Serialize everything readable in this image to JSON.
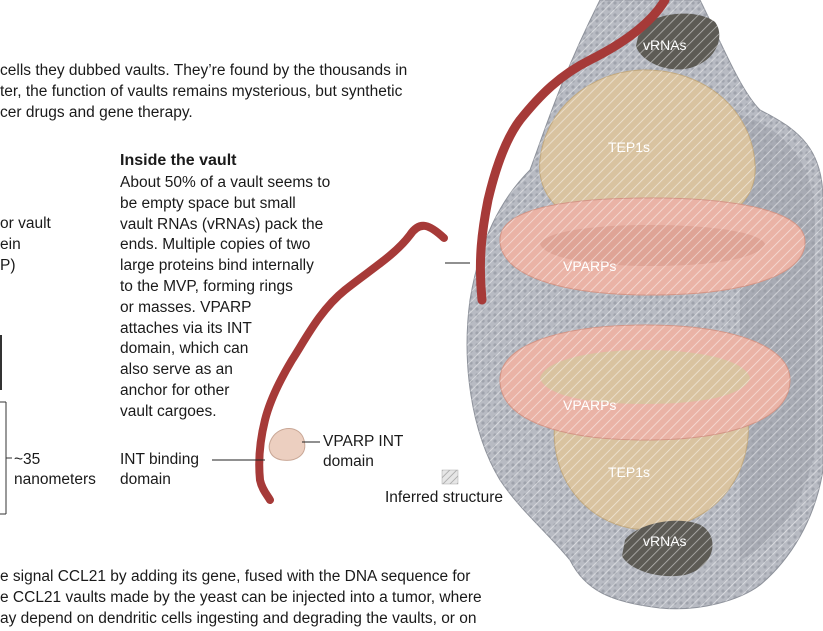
{
  "intro_lines": [
    "cells they dubbed vaults. They’re found by the thousands in",
    "ter, the function of vaults remains mysterious, but synthetic",
    "cer drugs and gene therapy."
  ],
  "left_fragment_lines": [
    "or vault",
    "ein",
    "P)"
  ],
  "inside_vault": {
    "heading": "Inside the vault",
    "body_lines": [
      "About 50% of a vault seems to",
      "be empty space but small",
      "vault RNAs (vRNAs) pack the",
      "ends. Multiple copies of two",
      "large proteins bind internally",
      "to the MVP, forming rings",
      "or masses. VPARP",
      "attaches via its INT",
      "domain, which can",
      "also serve as an",
      "anchor for other",
      "vault cargoes."
    ]
  },
  "size_label": {
    "line1": "~35",
    "line2": "nanometers"
  },
  "int_binding_label": {
    "line1": "INT  binding",
    "line2": "domain"
  },
  "vparp_int_label": {
    "line1": "VPARP INT",
    "line2": "domain"
  },
  "inferred_structure_label": "Inferred structure",
  "vault_labels": {
    "vrna_top": "vRNAs",
    "tep1_top": "TEP1s",
    "vparp_top": "VPARPs",
    "vparp_bottom": "VPARPs",
    "tep1_bottom": "TEP1s",
    "vrna_bottom": "vRNAs"
  },
  "bottom_lines": [
    "e signal CCL21 by adding its gene, fused with the DNA sequence for",
    "e CCL21 vaults made by the yeast can be injected into a tumor, where",
    "ay depend on dendritic cells ingesting and degrading the vaults, or on"
  ],
  "colors": {
    "shell_gray": "#b9bcc4",
    "tep1_tan": "#d9c3a0",
    "vparp_pink": "#eab3a6",
    "vrna_dark": "#5d5b55",
    "mvp_red": "#a63a38"
  }
}
